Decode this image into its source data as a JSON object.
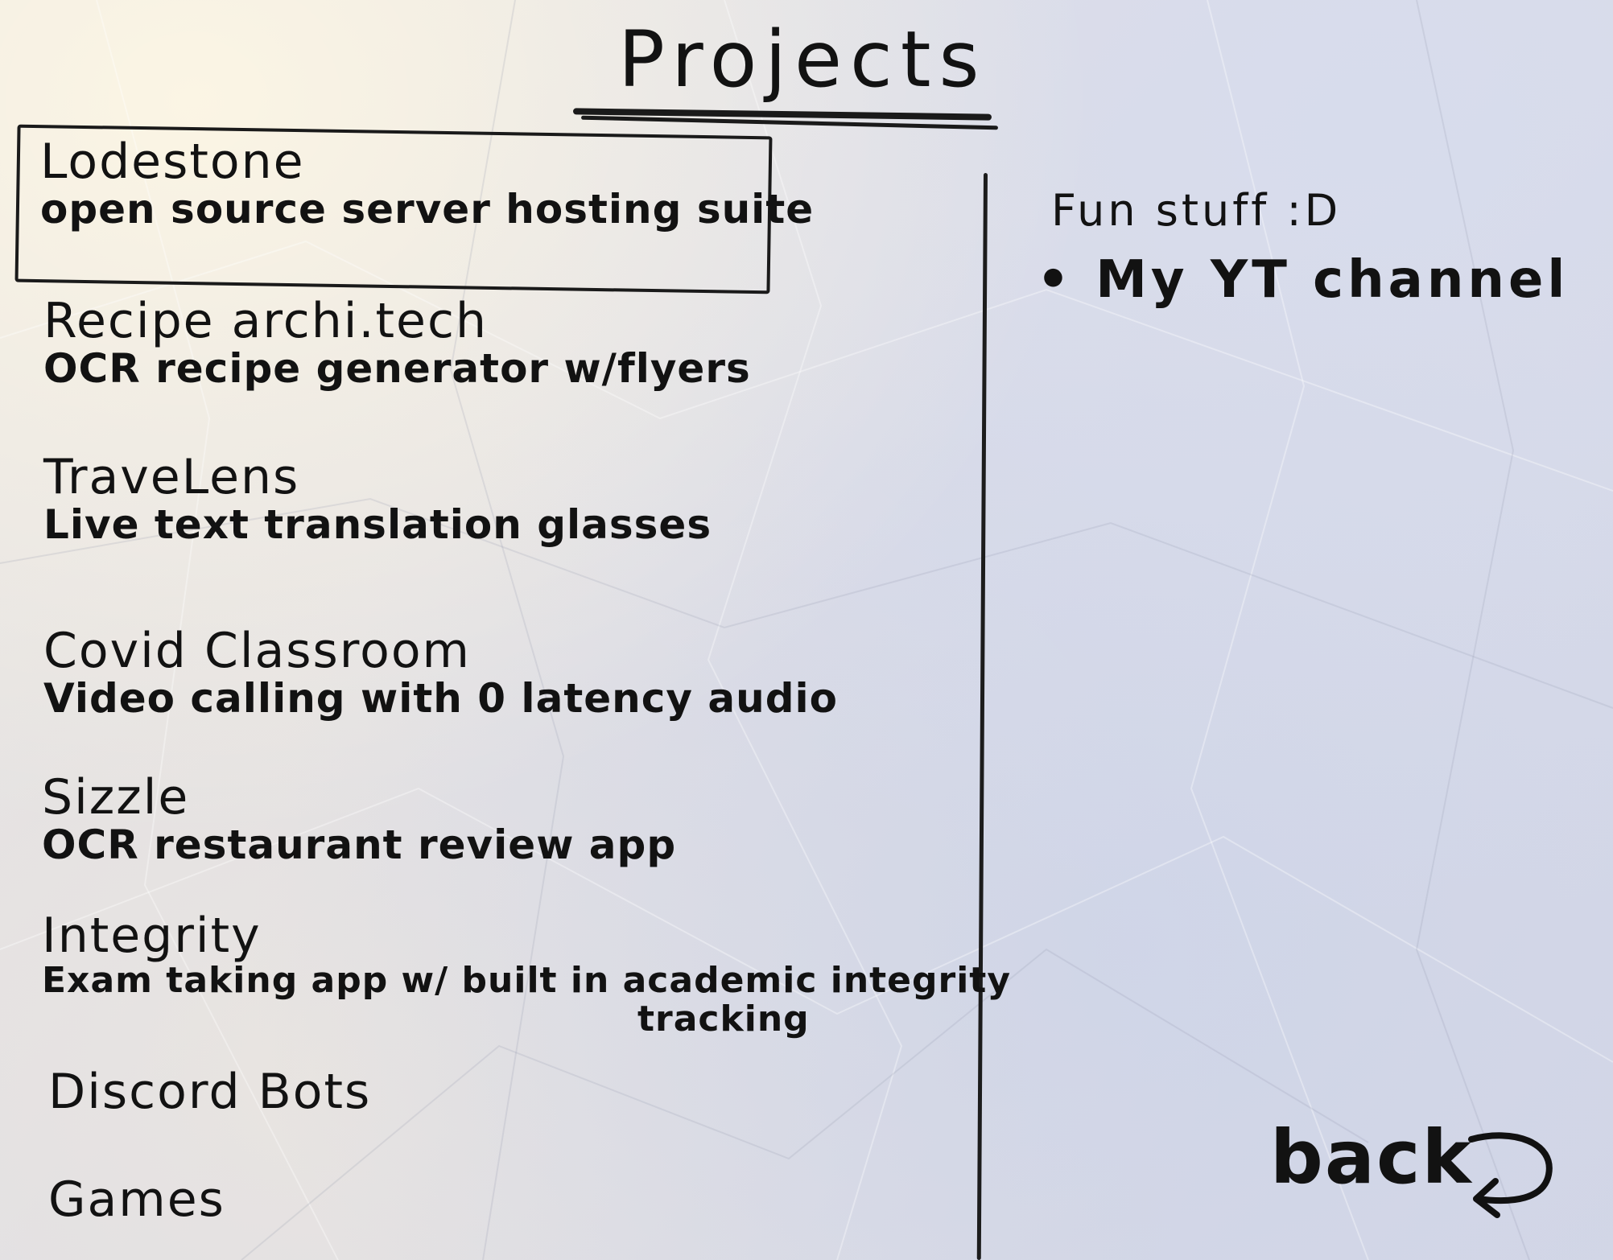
{
  "header": {
    "title": "Projects"
  },
  "projects": [
    {
      "name": "Lodestone",
      "description": "open source server hosting suite",
      "selected": true
    },
    {
      "name": "Recipe archi.tech",
      "description": "OCR recipe generator w/flyers"
    },
    {
      "name": "TraveLens",
      "description": "Live text translation glasses"
    },
    {
      "name": "Covid Classroom",
      "description": "Video calling with 0 latency audio"
    },
    {
      "name": "Sizzle",
      "description": "OCR restaurant review app"
    },
    {
      "name": "Integrity",
      "description": "Exam taking app w/ built in academic integrity",
      "description_cont": "tracking"
    },
    {
      "name": "Discord Bots"
    },
    {
      "name": "Games"
    }
  ],
  "sidebar": {
    "title": "Fun stuff :D",
    "links": [
      {
        "label": "My YT channel",
        "bullet": "•"
      }
    ]
  },
  "navigation": {
    "back_label": "back",
    "back_icon": "curved-return-arrow-icon"
  }
}
